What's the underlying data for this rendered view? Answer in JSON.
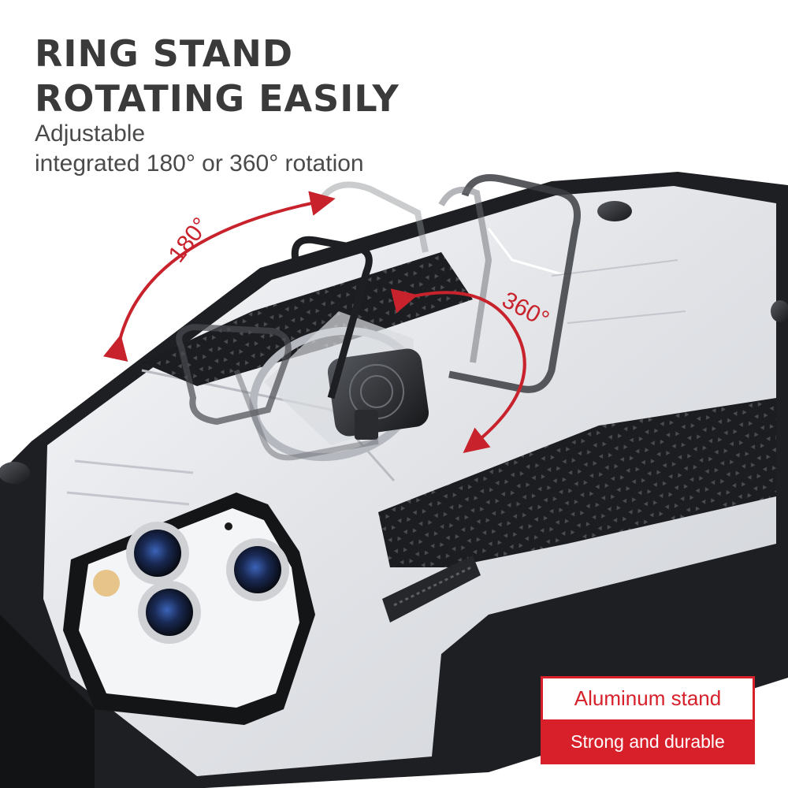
{
  "heading": {
    "line1": "RING STAND",
    "line2": "ROTATING EASILY",
    "sub1": "Adjustable",
    "sub2": "integrated 180° or 360° rotation"
  },
  "rotation": {
    "label_180": "180°",
    "label_360": "360°"
  },
  "badge": {
    "top_label": "Aluminum stand",
    "bottom_label": "Strong and durable"
  },
  "colors": {
    "accent": "#d8202b",
    "case_silver": "#e6e7ea",
    "case_black": "#1e1f22",
    "heading_text": "#3a3a3a"
  }
}
